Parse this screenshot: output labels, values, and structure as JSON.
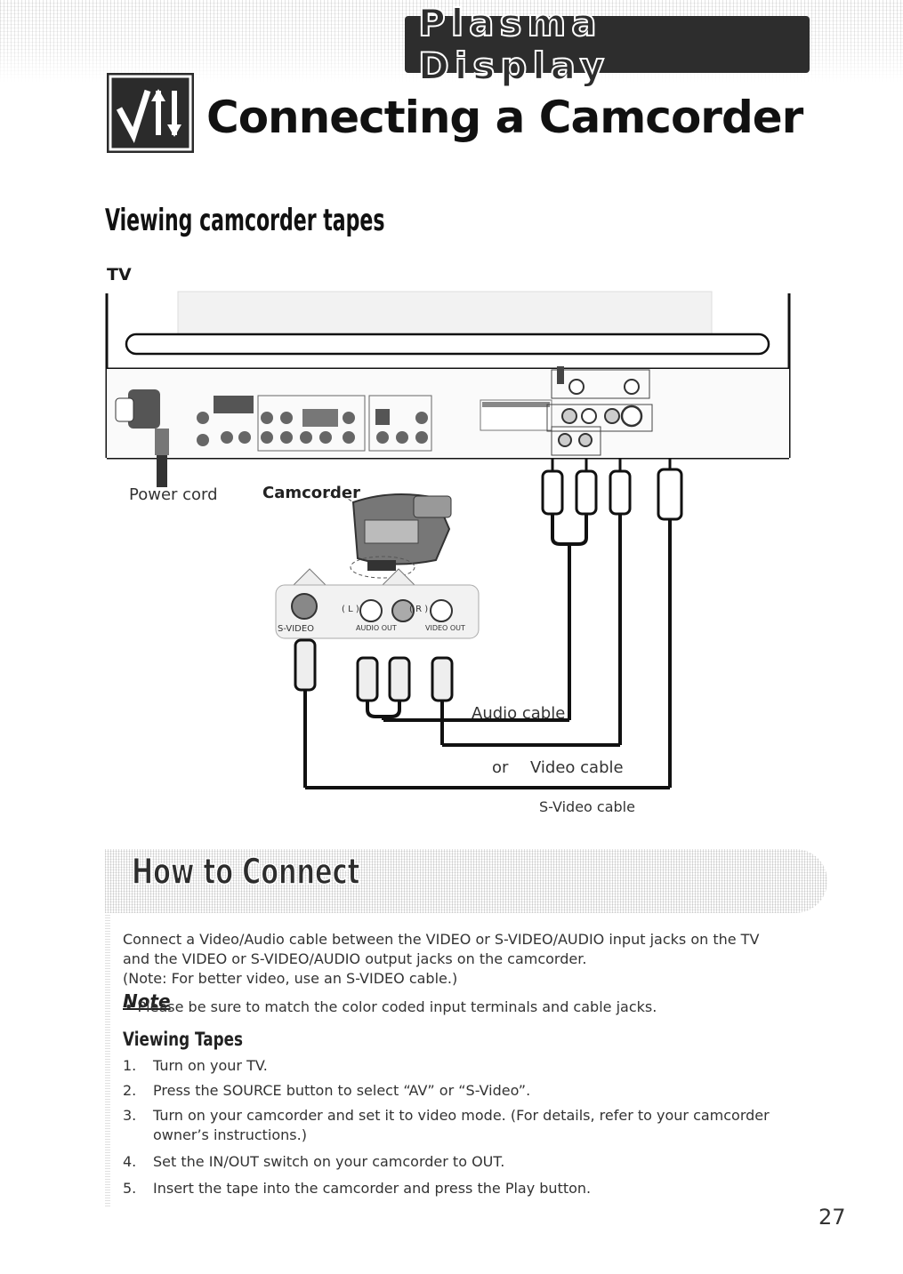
{
  "header": {
    "brand": "Plasma Display",
    "title": "Connecting a Camcorder"
  },
  "section": {
    "title": "Viewing camcorder tapes",
    "tv_label": "TV"
  },
  "diagram": {
    "power_cord": "Power cord",
    "camcorder": "Camcorder",
    "svideo_port": "S-VIDEO",
    "audio_l": "( L )",
    "audio_r": "( R )",
    "audio_out": "AUDIO OUT",
    "video_out": "VIDEO OUT",
    "audio_cable": "Audio cable",
    "or": "or",
    "video_cable": "Video cable",
    "svideo_cable": "S-Video cable"
  },
  "how_to": {
    "title": "How to Connect",
    "paragraph_1": "Connect a Video/Audio cable between the VIDEO or S-VIDEO/AUDIO input jacks on the TV",
    "paragraph_2": "and the VIDEO or S-VIDEO/AUDIO output jacks on the camcorder.",
    "paragraph_3": "(Note: For better video, use an S-VIDEO cable.)",
    "note_heading": "Note",
    "note_bullet": "•  Please be sure to match the color coded input terminals and cable jacks.",
    "steps_heading": "Viewing Tapes",
    "steps": [
      {
        "num": "1.",
        "text": "Turn on your TV."
      },
      {
        "num": "2.",
        "text": "Press the SOURCE button to select “AV” or “S-Video”."
      },
      {
        "num": "3.",
        "text": "Turn on your camcorder and set it to video mode. (For details, refer to your camcorder"
      },
      {
        "num": "",
        "text": "owner’s instructions.)"
      },
      {
        "num": "4.",
        "text": "Set the IN/OUT switch on your camcorder to OUT."
      },
      {
        "num": "5.",
        "text": "Insert the tape into the camcorder and press the Play button."
      }
    ]
  },
  "page_number": "27"
}
